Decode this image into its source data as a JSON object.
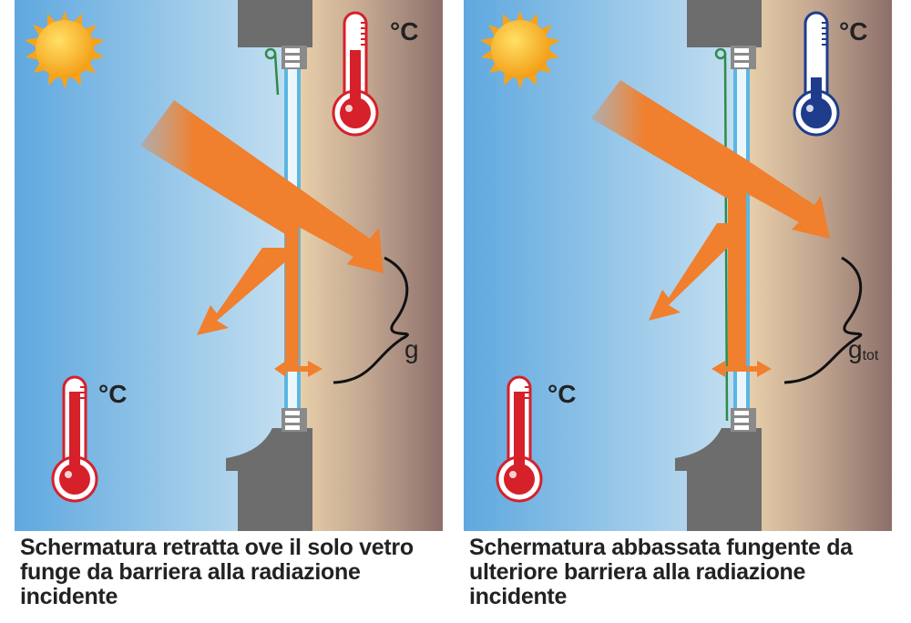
{
  "colors": {
    "sky_dark": "#5fa8df",
    "sky_light": "#c7e1f1",
    "wall_light": "#e8cfa9",
    "wall_dark": "#8c6f6a",
    "frame": "#6d6d6d",
    "glass": "#5ab6e3",
    "beam": "#f07f2e",
    "hot": "#d6202a",
    "cold": "#1f3c8c",
    "shade": "#2e8b4a"
  },
  "panels": [
    {
      "id": "retracted",
      "unit_top": "°C",
      "unit_bottom": "°C",
      "top_thermometer": "hot",
      "shading": "retracted",
      "g_symbol": "g",
      "g_subscript": "",
      "caption": "Schermatura retratta ove il solo vetro funge da barriera alla radiazione incidente"
    },
    {
      "id": "lowered",
      "unit_top": "°C",
      "unit_bottom": "°C",
      "top_thermometer": "cold",
      "shading": "lowered",
      "g_symbol": "g",
      "g_subscript": "tot",
      "caption": "Schermatura abbassata fungente da ulteriore barriera alla radiazione incidente"
    }
  ]
}
